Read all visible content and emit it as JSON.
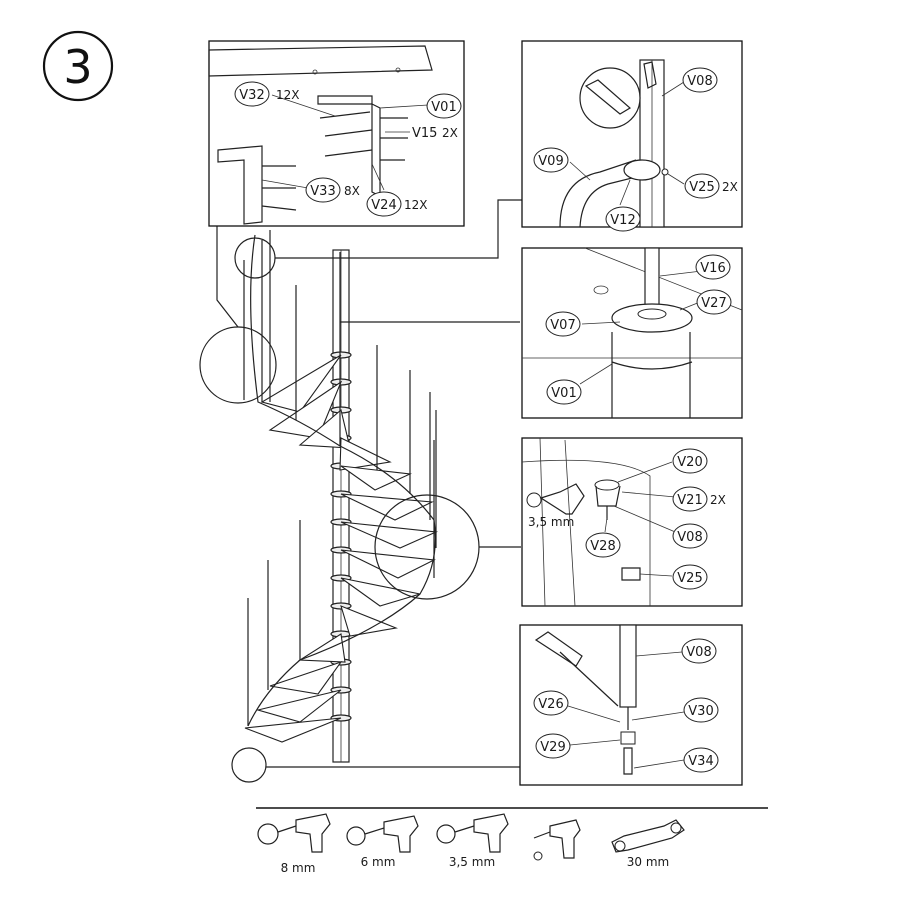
{
  "step_number": "3",
  "panel_a": {
    "labels": [
      "V32",
      "V01",
      "V15",
      "V33",
      "V24"
    ],
    "quantities": [
      "12X",
      "2X",
      "8X",
      "12X"
    ]
  },
  "panel_b": {
    "labels": [
      "V08",
      "V09",
      "V25",
      "V12"
    ],
    "quantities": [
      "2X"
    ]
  },
  "panel_c": {
    "labels": [
      "V16",
      "V27",
      "V07",
      "V01"
    ]
  },
  "panel_d": {
    "labels": [
      "V20",
      "V21",
      "V08",
      "V28",
      "V25"
    ],
    "quantities": [
      "2X"
    ],
    "tool_size": "3,5 mm"
  },
  "panel_e": {
    "labels": [
      "V08",
      "V26",
      "V30",
      "V29",
      "V34"
    ]
  },
  "tools": [
    {
      "name": "hex-key-drill",
      "size": "8 mm"
    },
    {
      "name": "hex-key-drill",
      "size": "6 mm"
    },
    {
      "name": "hex-key-drill",
      "size": "3,5 mm"
    },
    {
      "name": "screwdriver-drill",
      "size": ""
    },
    {
      "name": "wrench",
      "size": "30 mm"
    }
  ]
}
